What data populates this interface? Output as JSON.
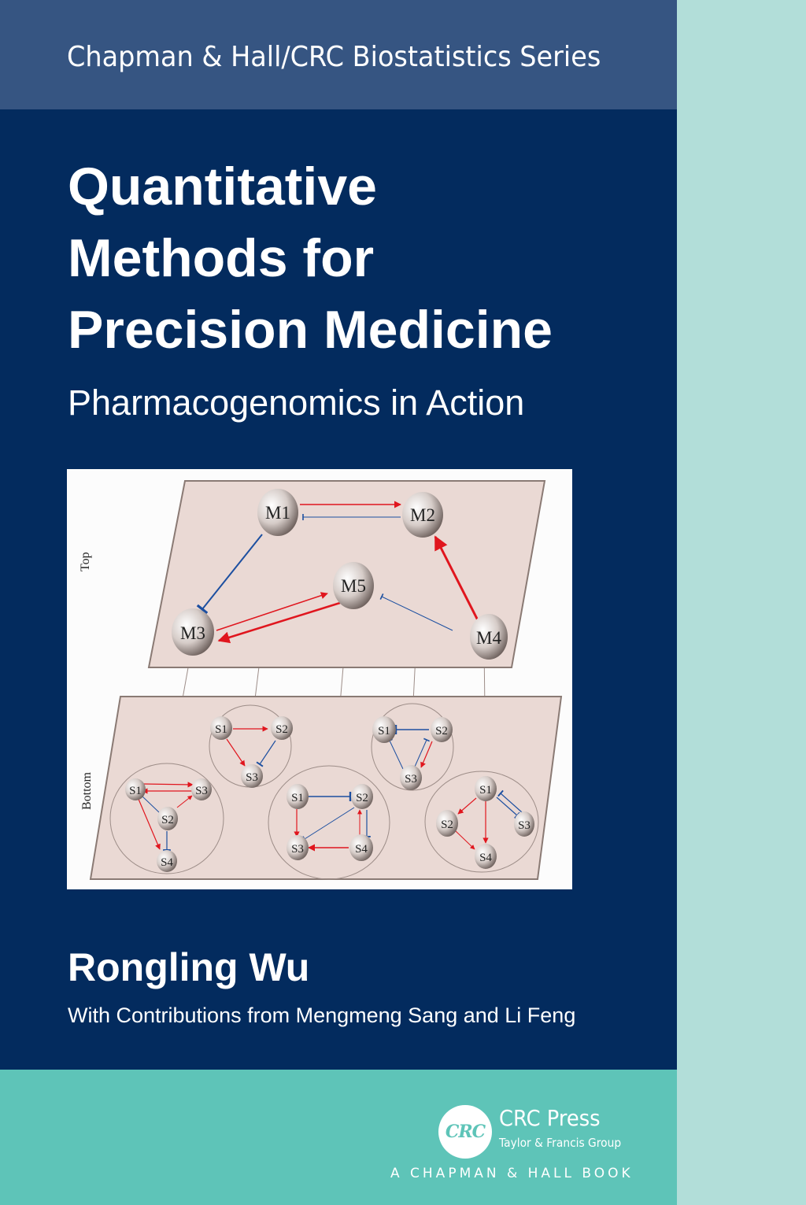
{
  "cover": {
    "series": "Chapman & Hall/CRC Biostatistics Series",
    "title_lines": [
      "Quantitative",
      "Methods for",
      "Precision Medicine"
    ],
    "subtitle": "Pharmacogenomics in Action",
    "author": "Rongling Wu",
    "contributors": "With Contributions from Mengmeng Sang and Li Feng",
    "colors": {
      "background": "#032b5e",
      "series_bar": "#365582",
      "footer_bar": "#5ec4b8",
      "spine": "#b2ded9",
      "activation": "#e0161e",
      "inhibition": "#1c4fa0",
      "plane": "#ead9d4"
    }
  },
  "figure": {
    "top_label": "Top",
    "bottom_label": "Bottom",
    "top_nodes": [
      "M1",
      "M2",
      "M3",
      "M4",
      "M5"
    ],
    "top_edges": [
      {
        "from": "M1",
        "to": "M2",
        "type": "activation"
      },
      {
        "from": "M2",
        "to": "M1",
        "type": "inhibition"
      },
      {
        "from": "M1",
        "to": "M3",
        "type": "inhibition"
      },
      {
        "from": "M3",
        "to": "M5",
        "type": "activation"
      },
      {
        "from": "M5",
        "to": "M3",
        "type": "activation"
      },
      {
        "from": "M4",
        "to": "M2",
        "type": "activation"
      },
      {
        "from": "M4",
        "to": "M5",
        "type": "inhibition"
      }
    ],
    "sub_networks": [
      {
        "module": "M3",
        "nodes": [
          "S1",
          "S2",
          "S3",
          "S4"
        ]
      },
      {
        "module": "M1",
        "nodes": [
          "S1",
          "S2",
          "S3"
        ]
      },
      {
        "module": "M5",
        "nodes": [
          "S1",
          "S2",
          "S3",
          "S4"
        ]
      },
      {
        "module": "M2",
        "nodes": [
          "S1",
          "S2",
          "S3"
        ]
      },
      {
        "module": "M4",
        "nodes": [
          "S1",
          "S2",
          "S3",
          "S4"
        ]
      }
    ]
  },
  "publisher": {
    "logo_text": "CRC",
    "name": "CRC Press",
    "group": "Taylor & Francis Group",
    "imprint": "A CHAPMAN & HALL BOOK"
  }
}
